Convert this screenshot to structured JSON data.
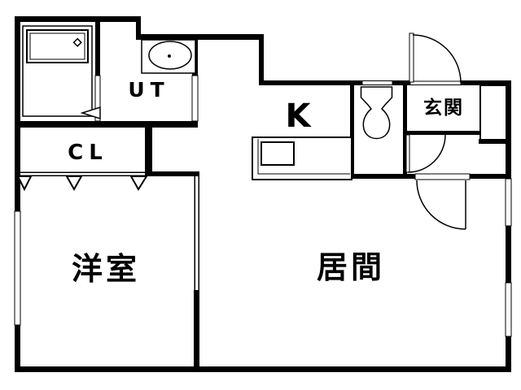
{
  "meta": {
    "type": "apartment-floor-plan",
    "description": "1DK style Japanese apartment floor plan, black line drawing on white"
  },
  "colors": {
    "line": "#000000",
    "background": "#ffffff"
  },
  "rooms": {
    "western_room": {
      "label": "洋室"
    },
    "living_room": {
      "label": "居間"
    },
    "kitchen": {
      "label": "K"
    },
    "utility": {
      "label": "UT"
    },
    "closet": {
      "label": "CL"
    },
    "entrance": {
      "label": "玄関"
    }
  },
  "fixtures": [
    "bathtub-icon",
    "washbasin-icon",
    "toilet-icon",
    "kitchen-sink-icon",
    "shoe-cabinet-icon",
    "door-swing-icon",
    "closet-chevron-icon",
    "window-icon"
  ]
}
